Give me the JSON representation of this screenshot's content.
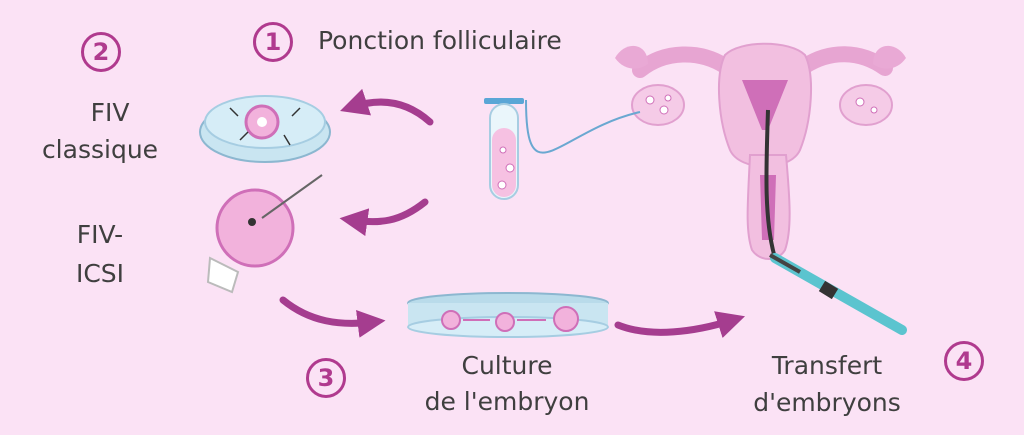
{
  "colors": {
    "background": "#fbe2f5",
    "accent": "#b03a8e",
    "arrow": "#a53d8f",
    "tissue": "#f2bfe0",
    "tissue_dark": "#cf6fb8",
    "dish": "#c9e5f1",
    "syringe": "#5bc4cf",
    "text": "#3f3f3f"
  },
  "steps": [
    {
      "number": "1",
      "label": "Ponction folliculaire"
    },
    {
      "number": "2",
      "label_line1": "FIV",
      "label_line2": "classique",
      "alt_line1": "FIV-",
      "alt_line2": "ICSI"
    },
    {
      "number": "3",
      "label_line1": "Culture",
      "label_line2": "de l'embryon"
    },
    {
      "number": "4",
      "label_line1": "Transfert",
      "label_line2": "d'embryons"
    }
  ]
}
